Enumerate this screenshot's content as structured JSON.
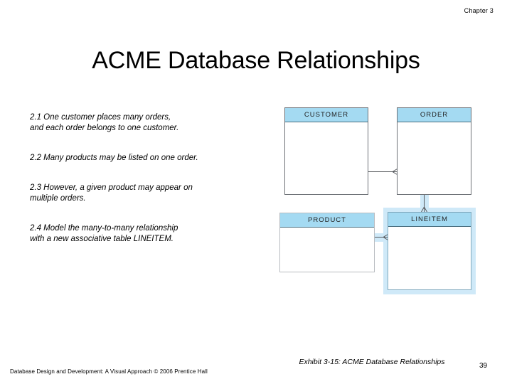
{
  "header": {
    "chapter_label": "Chapter 3",
    "title": "ACME Database Relationships"
  },
  "bullets": [
    {
      "id": "2.1",
      "line1": "2.1 One customer places many orders,",
      "line2": "and each order belongs to one customer."
    },
    {
      "id": "2.2",
      "line1": "2.2 Many products may be listed on one order.",
      "line2": ""
    },
    {
      "id": "2.3",
      "line1": "2.3 However, a given product may appear on",
      "line2": "multiple orders."
    },
    {
      "id": "2.4",
      "line1": "2.4 Model the many-to-many relationship",
      "line2": "with a new associative table LINEITEM."
    }
  ],
  "diagram": {
    "entities": [
      {
        "name": "CUSTOMER"
      },
      {
        "name": "ORDER"
      },
      {
        "name": "PRODUCT"
      },
      {
        "name": "LINEITEM"
      }
    ],
    "relationships": [
      {
        "from": "CUSTOMER",
        "to": "ORDER",
        "cardinality": "one-to-many",
        "crowfoot_at": "ORDER"
      },
      {
        "from": "ORDER",
        "to": "LINEITEM",
        "cardinality": "one-to-many",
        "crowfoot_at": "LINEITEM"
      },
      {
        "from": "PRODUCT",
        "to": "LINEITEM",
        "cardinality": "one-to-many",
        "crowfoot_at": "LINEITEM"
      }
    ],
    "colors": {
      "entity_header": "#a4daf2",
      "entity_border": "#6e7277",
      "highlight_glow": "#cfe9f8",
      "connector": "#55585c"
    }
  },
  "footer": {
    "exhibit_caption": "Exhibit 3-15: ACME Database Relationships",
    "page_number": "39",
    "source_line": "Database Design and Development: A Visual Approach  © 2006 Prentice Hall"
  }
}
